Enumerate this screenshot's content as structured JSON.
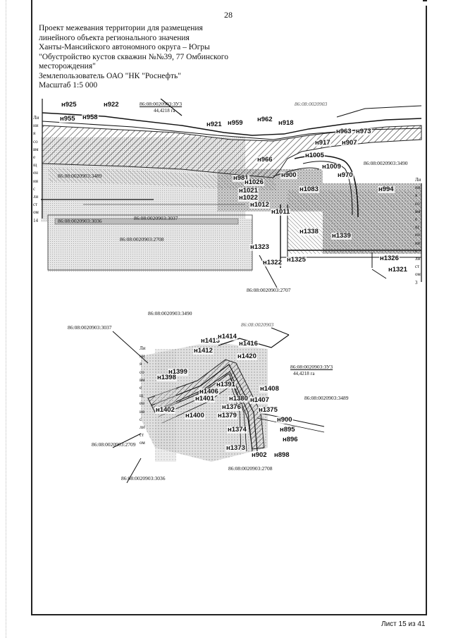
{
  "page_number": "28",
  "header": {
    "lines": [
      "Проект межевания территории для размещения",
      "линейного объекта регионального значения",
      "Ханты-Мансийского автономного округа – Югры",
      "\"Обустройство кустов скважин №№39, 77 Омбинского",
      "месторождения\"",
      "Землепользователь ОАО \"НК \"Роснефть\"",
      "Масштаб 1:5 000"
    ]
  },
  "footer": "Лист 15 из 41",
  "legend_letters_left": [
    "Ли",
    "ни",
    "я",
    "со",
    "вм",
    "е",
    "щ",
    "ен",
    "ия",
    "с",
    "ли",
    "ст",
    "ом",
    "14"
  ],
  "legend_letters_right": [
    "Ли",
    "ни",
    "я",
    "со",
    "вм",
    "е",
    "щ",
    "ен",
    "ия",
    "с",
    "ли",
    "ст",
    "ом",
    "3"
  ],
  "legend_letters_bottom": [
    "Ли",
    "ни",
    "я",
    "со",
    "вм",
    "е",
    "щ",
    "ен",
    "ия",
    "с",
    "ли",
    "ст",
    "ом"
  ],
  "map1": {
    "parcel_main": "86:08:0020903:ЗУ3",
    "area_main": "44,4218 га",
    "quarter": "86:08:0020903",
    "parcels": {
      "p3490": "86:08:0020903:3490",
      "p3489": "86:08:0020903:3489",
      "p3036": "86:08:0020903:3036",
      "p3037": "86:08:0020903:3037",
      "p2708": "86:08:0020903:2708",
      "p2707": "86:08:0020903:2707"
    },
    "points": {
      "n925": "н925",
      "n922": "н922",
      "n955": "н955",
      "n958": "н958",
      "n921": "н921",
      "n959": "н959",
      "n962": "н962",
      "n918": "н918",
      "n963": "н963",
      "n973": "н973",
      "n917": "н917",
      "n907": "н907",
      "n1005": "н1005",
      "n966": "н966",
      "n1009": "н1009",
      "n900": "н900",
      "n981": "н981",
      "n1026": "н1026",
      "n1021": "н1021",
      "n1022": "н1022",
      "n1083": "н1083",
      "n1012": "н1012",
      "n1011": "н1011",
      "n970": "н970",
      "n1338": "н1338",
      "n1339": "н1339",
      "n1323": "н1323",
      "n1322": "н1322",
      "n1325": "н1325",
      "n1326": "н1326",
      "n1321": "н1321",
      "n994": "н994"
    }
  },
  "map2": {
    "parcel_main": "86:08:0020903:ЗУ3",
    "area_main": "44,4218 га",
    "quarter": "86:08:0020903",
    "parcels": {
      "p3490": "86:08:0020903:3490",
      "p3037": "86:08:0020903:3037",
      "p3489": "86:08:0020903:3489",
      "p2709": "86:08:0020903:2709",
      "p2708": "86:08:0020903:2708",
      "p3036": "86:08:0020903:3036"
    },
    "points": {
      "n1413": "н1413",
      "n1414": "н1414",
      "n1416": "н1416",
      "n1412": "н1412",
      "n1420": "н1420",
      "n1399": "н1399",
      "n1398": "н1398",
      "n1391": "н1391",
      "n1408": "н1408",
      "n1406": "н1406",
      "n1401": "н1401",
      "n1380": "н1380",
      "n1407": "н1407",
      "n1402": "н1402",
      "n1376": "н1376",
      "n1375": "н1375",
      "n1400": "н1400",
      "n1379": "н1379",
      "n900": "н900",
      "n1374": "н1374",
      "n895": "н895",
      "n896": "н896",
      "n1373": "н1373",
      "n902": "н902",
      "n898": "н898"
    }
  }
}
